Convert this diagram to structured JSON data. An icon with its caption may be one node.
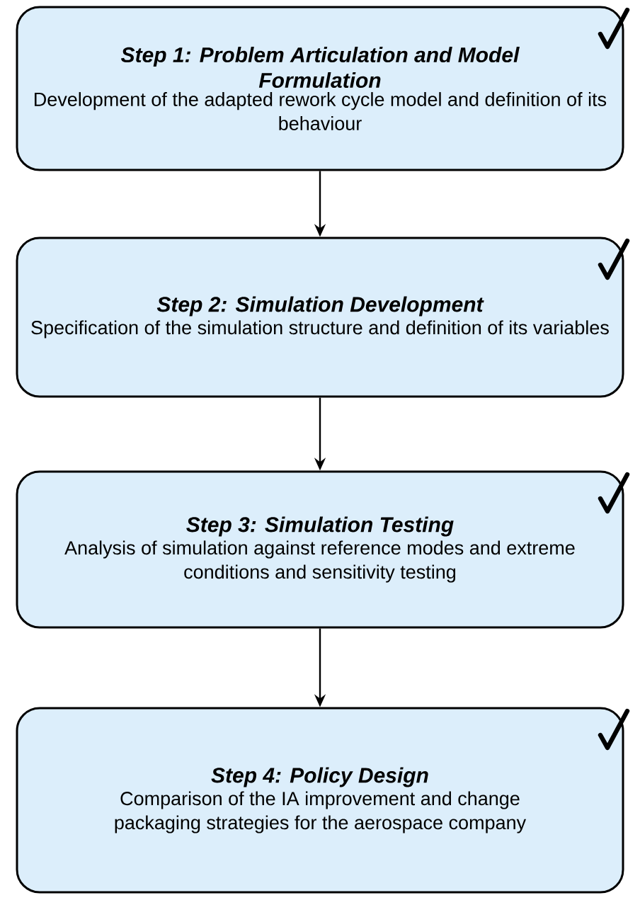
{
  "diagram": {
    "nodes": [
      {
        "text": [
          "Step 1: Problem Articulation and Model Formulation",
          "Development of the adapted rework cycle model and definition of its behaviour"
        ]
      },
      {
        "text": [
          "Step 2: Simulation Development",
          "Specification of the simulation structure and definition of its variables"
        ]
      },
      {
        "text": [
          "Step 3: Simulation Testing",
          "Analysis of simulation against reference modes and extreme conditions and sensitivity testing"
        ]
      },
      {
        "text": [
          "Step 4: Policy Design",
          "Comparison of the IA improvement and change packaging strategies for the aerospace company"
        ]
      }
    ],
    "edges": [
      {
        "from": 0,
        "to": 1,
        "arrow": "to"
      },
      {
        "from": 1,
        "to": 2,
        "arrow": "to"
      },
      {
        "from": 2,
        "to": 3,
        "arrow": "to"
      }
    ]
  }
}
